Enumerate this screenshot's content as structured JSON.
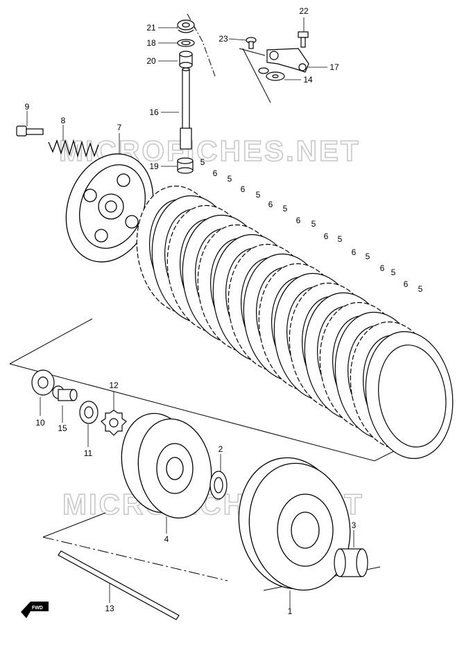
{
  "watermark": "MICROFICHES.NET",
  "fwd_label": "FWD",
  "callouts": [
    "1",
    "2",
    "3",
    "4",
    "5",
    "6",
    "7",
    "8",
    "9",
    "10",
    "11",
    "12",
    "13",
    "14",
    "15",
    "16",
    "17",
    "18",
    "19",
    "20",
    "21",
    "22",
    "23"
  ]
}
